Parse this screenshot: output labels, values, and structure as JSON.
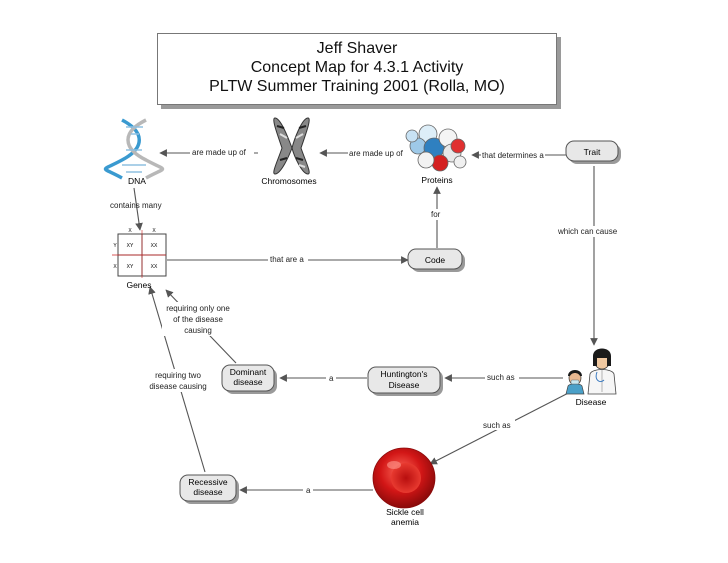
{
  "title": {
    "line1": "Jeff Shaver",
    "line2": "Concept Map for 4.3.1 Activity",
    "line3": "PLTW Summer Training  2001 (Rolla, MO)"
  },
  "nodes": {
    "dna": "DNA",
    "chromosomes": "Chromosomes",
    "proteins": "Proteins",
    "trait": "Trait",
    "genes": "Genes",
    "code": "Code",
    "dominant_line1": "Dominant",
    "dominant_line2": "disease",
    "huntingtons_line1": "Huntington's",
    "huntingtons_line2": "Disease",
    "disease": "Disease",
    "recessive_line1": "Recessive",
    "recessive_line2": "disease",
    "sickle_line1": "Sickle cell",
    "sickle_line2": "anemia"
  },
  "links": {
    "chromosomes_dna": "are made up of",
    "proteins_chromosomes": "are made up of",
    "trait_proteins": "that determines a",
    "dna_genes": "contains many",
    "code_proteins": "for",
    "trait_disease": "which can cause",
    "genes_code": "that are a",
    "dominant_genes_line1": "requiring only one",
    "dominant_genes_line2": "of the disease",
    "dominant_genes_line3": "causing",
    "recessive_genes_line1": "requiring two",
    "recessive_genes_line2": "disease causing",
    "huntingtons_dominant": "a",
    "disease_huntingtons": "such as",
    "disease_sickle": "such as",
    "sickle_recessive": "a"
  },
  "punnett": {
    "top_labels": [
      "X",
      "X"
    ],
    "side_labels": [
      "Y",
      "X"
    ],
    "cells": [
      "XY",
      "XX",
      "XY",
      "XX"
    ]
  },
  "colors": {
    "node_fill": "#e8e8e8",
    "node_border": "#555555",
    "shadow": "#9a9a9a",
    "arrow": "#555555",
    "blood_cell": "#d01818"
  }
}
